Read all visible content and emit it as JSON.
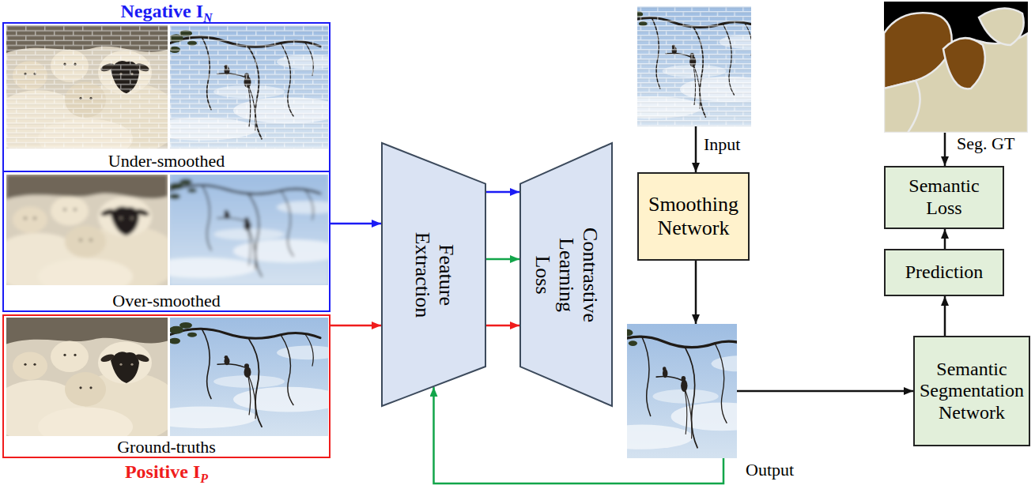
{
  "diagram": {
    "nodes": [
      {
        "text": [
          "Negative I",
          "N"
        ]
      },
      {
        "text": [
          "Under-smoothed"
        ],
        "in": 0
      },
      {
        "text": [
          "Over-smoothed"
        ],
        "in": 0
      },
      {
        "text": [
          "Ground-truths",
          "Positive I",
          "P"
        ]
      },
      {
        "text": [
          "Feature Extraction"
        ]
      },
      {
        "text": [
          "Contrastive Learning Loss"
        ]
      },
      {
        "text": [
          "Input"
        ]
      },
      {
        "text": [
          "Smoothing Network"
        ]
      },
      {
        "text": [
          "Output"
        ]
      },
      {
        "text": [
          "Seg. GT"
        ]
      },
      {
        "text": [
          "Semantic Loss"
        ]
      },
      {
        "text": [
          "Prediction"
        ]
      },
      {
        "text": [
          "Semantic Segmentation Network"
        ]
      }
    ],
    "edges": [
      {
        "from": 0,
        "to": 4,
        "arrow": "to"
      },
      {
        "from": 3,
        "to": 4,
        "arrow": "to"
      },
      {
        "from": 4,
        "to": 5,
        "arrow": "to"
      },
      {
        "from": 4,
        "to": 5,
        "arrow": "to"
      },
      {
        "from": 4,
        "to": 5,
        "arrow": "to"
      },
      {
        "from": 6,
        "to": 7,
        "arrow": "to"
      },
      {
        "from": 7,
        "to": 8,
        "arrow": "to"
      },
      {
        "from": 8,
        "to": 4,
        "arrow": "to"
      },
      {
        "from": 8,
        "to": 12,
        "arrow": "to"
      },
      {
        "from": 12,
        "to": 11,
        "arrow": "to"
      },
      {
        "from": 11,
        "to": 10,
        "arrow": "to"
      },
      {
        "from": 9,
        "to": 10,
        "arrow": "to"
      }
    ]
  }
}
